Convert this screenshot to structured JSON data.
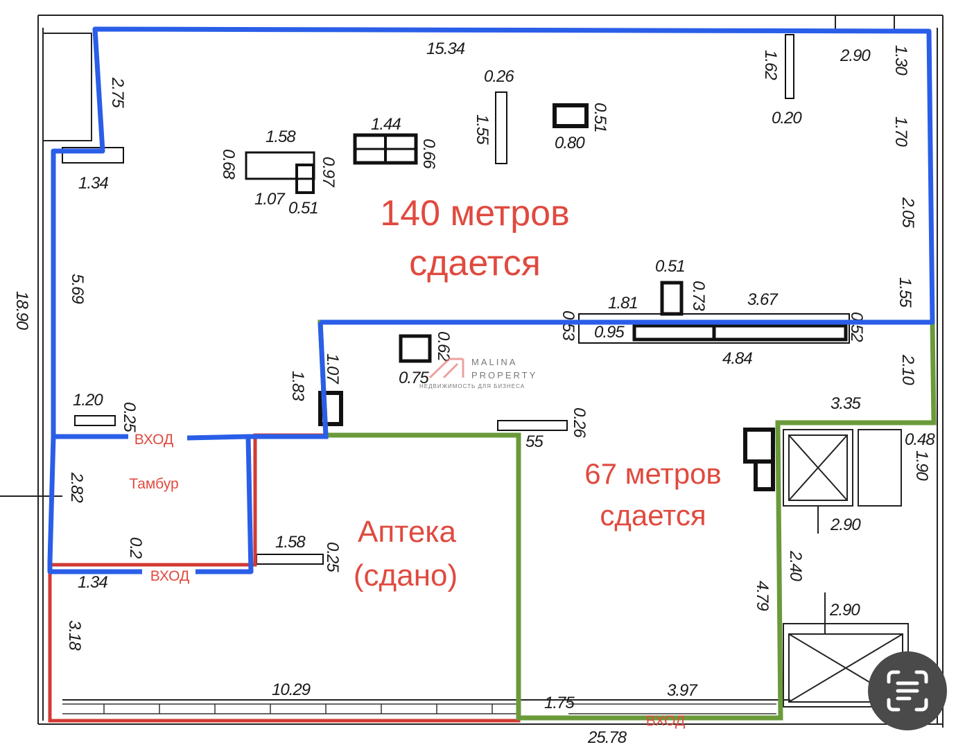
{
  "areas": {
    "main_size": "140 метров",
    "main_status": "сдается",
    "side_size": "67 метров",
    "side_status": "сдается",
    "pharmacy_name": "Аптека",
    "pharmacy_status": "(сдано)",
    "vestibule": "Тамбур"
  },
  "entrances": {
    "top": "ВХОД",
    "mid": "ВХОД",
    "bottom": "ВХОД"
  },
  "watermark": {
    "brand_line1": "MALINA",
    "brand_line2": "PROPERTY",
    "tagline": "НЕДВИЖИМОСТЬ ДЛЯ БИЗНЕСА"
  },
  "dimensions": {
    "d_15_34": "15.34",
    "d_2_75": "2.75",
    "d_1_34_top": "1.34",
    "d_5_69": "5.69",
    "d_18_90": "18.90",
    "d_1_20": "1.20",
    "d_0_25_a": "0.25",
    "d_2_82": "2.82",
    "d_0_2": "0.2",
    "d_1_34_bot": "1.34",
    "d_3_18": "3.18",
    "d_10_29": "10.29",
    "d_1_58_top": "1.58",
    "d_0_68": "0.68",
    "d_1_07_a": "1.07",
    "d_0_51_a": "0.51",
    "d_0_97": "0.97",
    "d_1_44": "1.44",
    "d_0_66": "0.66",
    "d_0_26_a": "0.26",
    "d_1_55": "1.55",
    "d_0_51_b": "0.51",
    "d_0_80": "0.80",
    "d_1_62": "1.62",
    "d_0_20": "0.20",
    "d_2_90_a": "2.90",
    "d_1_30": "1.30",
    "d_1_70": "1.70",
    "d_2_05": "2.05",
    "d_1_55_b": "1.55",
    "d_0_51_c": "0.51",
    "d_0_73": "0.73",
    "d_1_81": "1.81",
    "d_3_67": "3.67",
    "d_0_53": "0.53",
    "d_0_95": "0.95",
    "d_0_52": "0.52",
    "d_4_84": "4.84",
    "d_2_10": "2.10",
    "d_0_62": "0.62",
    "d_0_75": "0.75",
    "d_1_07_b": "1.07",
    "d_1_83": "1.83",
    "d_0_26_b": "0.26",
    "d_55": "55",
    "d_3_35": "3.35",
    "d_0_48": "0.48",
    "d_1_90": "1.90",
    "d_2_90_b": "2.90",
    "d_2_40": "2.40",
    "d_4_79": "4.79",
    "d_2_90_c": "2.90",
    "d_1_58_b": "1.58",
    "d_0_25_b": "0.25",
    "d_1_75": "1.75",
    "d_3_97": "3.97",
    "d_25_78": "25.78"
  },
  "colors": {
    "rent_large_outline": "#2a5ee8",
    "rent_small_outline": "#6a9a3a",
    "rented_outline": "#d23a32",
    "label_text": "#e04a3f"
  },
  "icons": {
    "scan_button": "text-scan-icon"
  }
}
